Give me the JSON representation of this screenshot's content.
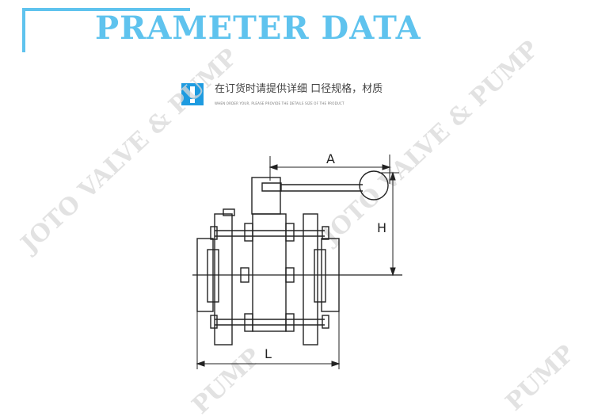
{
  "header": {
    "title": "PRAMETER DATA"
  },
  "notice": {
    "icon": "exclamation-icon",
    "text_cn": "在订货时请提供详细 口径规格，材质",
    "text_en": "WHEN ORDER YOUR, PLEASE PROVIDE THE DETAILS SIZE OF THE PRODUCT"
  },
  "watermark": {
    "text": "JOTO VALVE & PUMP",
    "text_short": "PUMP"
  },
  "dimensions": {
    "a_label": "A",
    "h_label": "H",
    "l_label": "L"
  },
  "colors": {
    "accent": "#5fc3ee",
    "icon_bg": "#1e9be0",
    "line": "#222222",
    "watermark": "#d9d9d9"
  }
}
